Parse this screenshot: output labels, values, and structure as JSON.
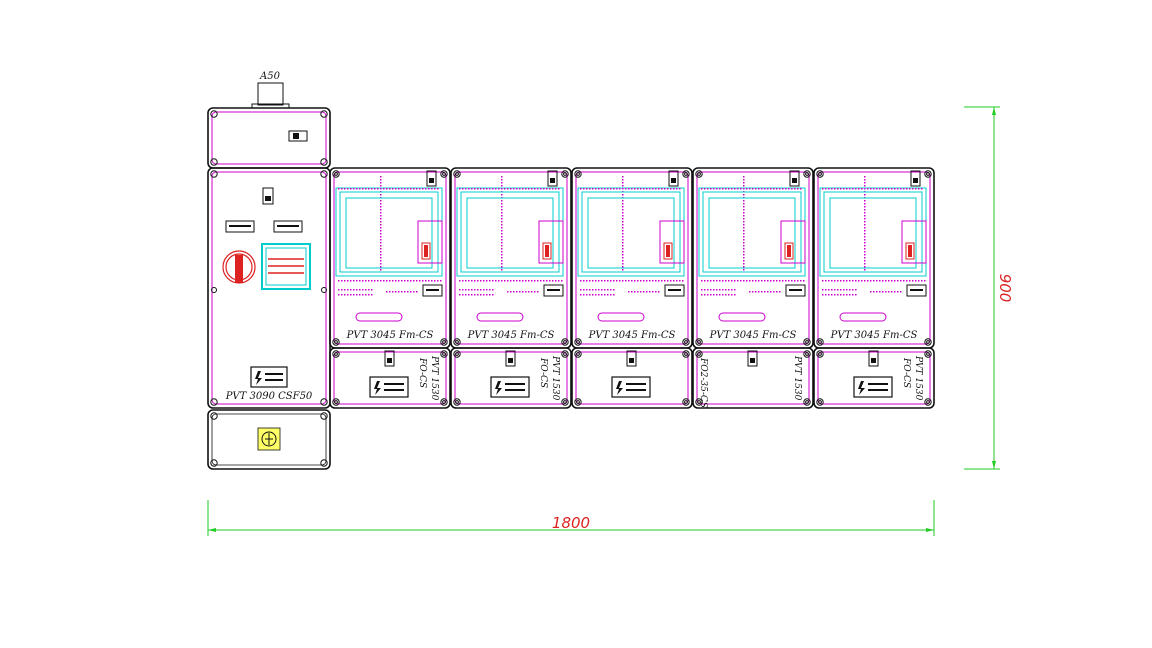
{
  "diagram": {
    "top_label": "A50",
    "main_label": "PVT 3090 CSF50",
    "meter_label": "PVT 3045 Fm-CS",
    "width_dim": "1800",
    "height_dim": "900",
    "lower_labels": [
      [
        "PVT 1530",
        "FO-CS"
      ],
      [
        "PVT 1530",
        "FO-CS"
      ],
      [
        "",
        ""
      ],
      [
        "PVT 1530",
        "FO2-35-CS"
      ],
      [
        "PVT 1530",
        "FO-CS"
      ]
    ],
    "colors": {
      "outline": "#111111",
      "magenta": "#cc00cc",
      "cyan": "#00cccc",
      "dimension": "#22cc22",
      "dim_text": "#dd2222",
      "handle": "#dd2222",
      "earth_fill": "#ffff66"
    }
  }
}
